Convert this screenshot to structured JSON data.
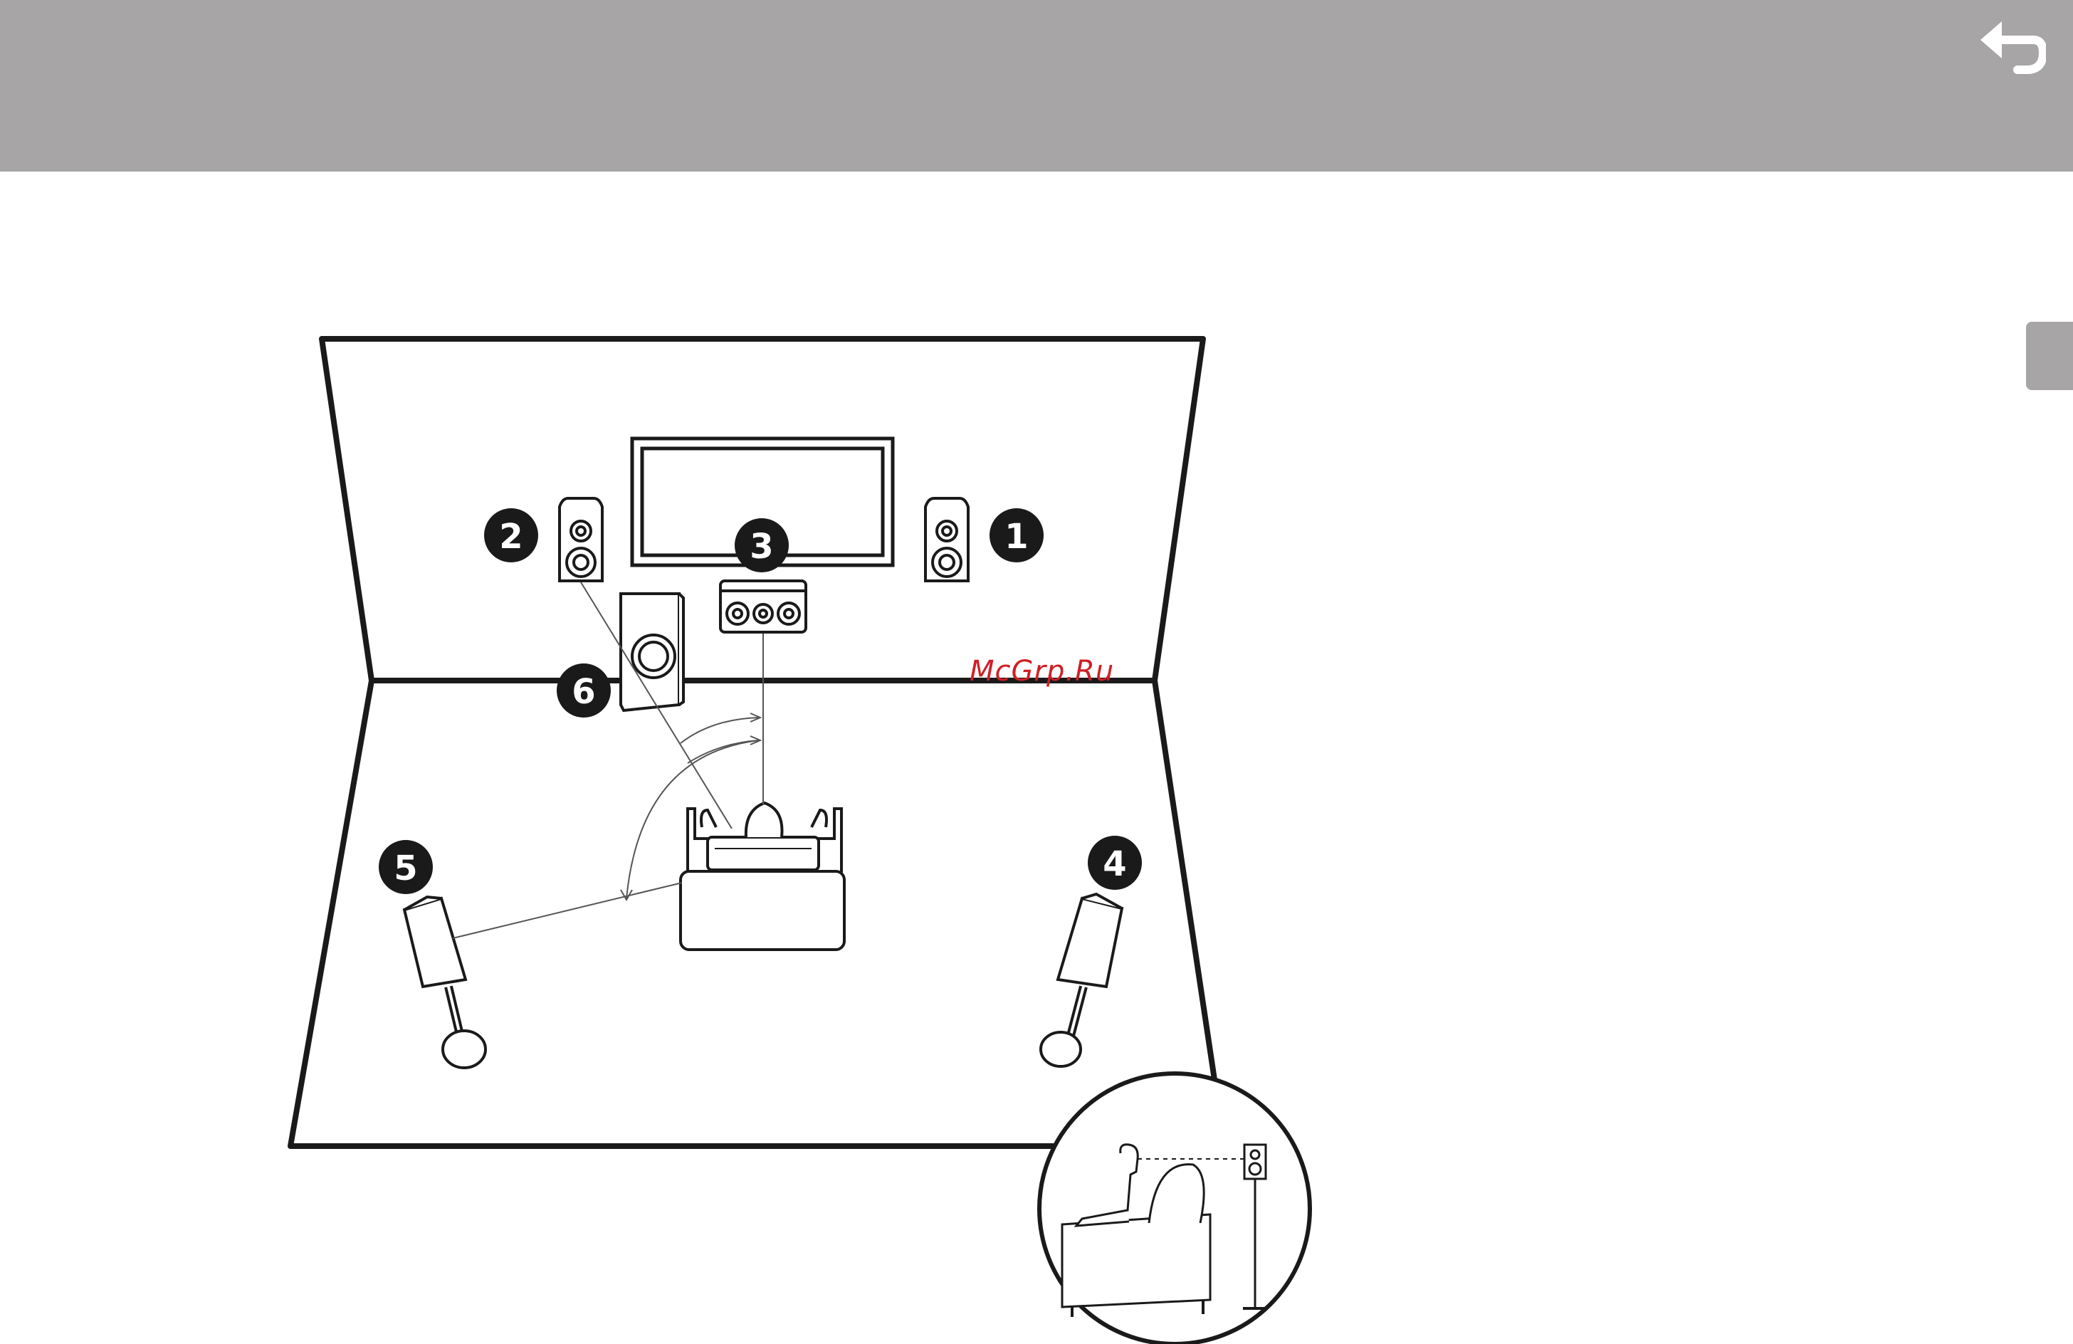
{
  "header": {
    "back_icon": "return-arrow-icon",
    "background": "#a7a5a6"
  },
  "side_tab": {
    "color": "#a7a5a6"
  },
  "diagram": {
    "speaker_numbers": [
      "1",
      "2",
      "3",
      "4",
      "5",
      "6"
    ],
    "inset_subject": "listener-ear-height-vs-front-speaker"
  },
  "watermark": {
    "text": "McGrp.Ru",
    "color": "#cf1f25"
  }
}
